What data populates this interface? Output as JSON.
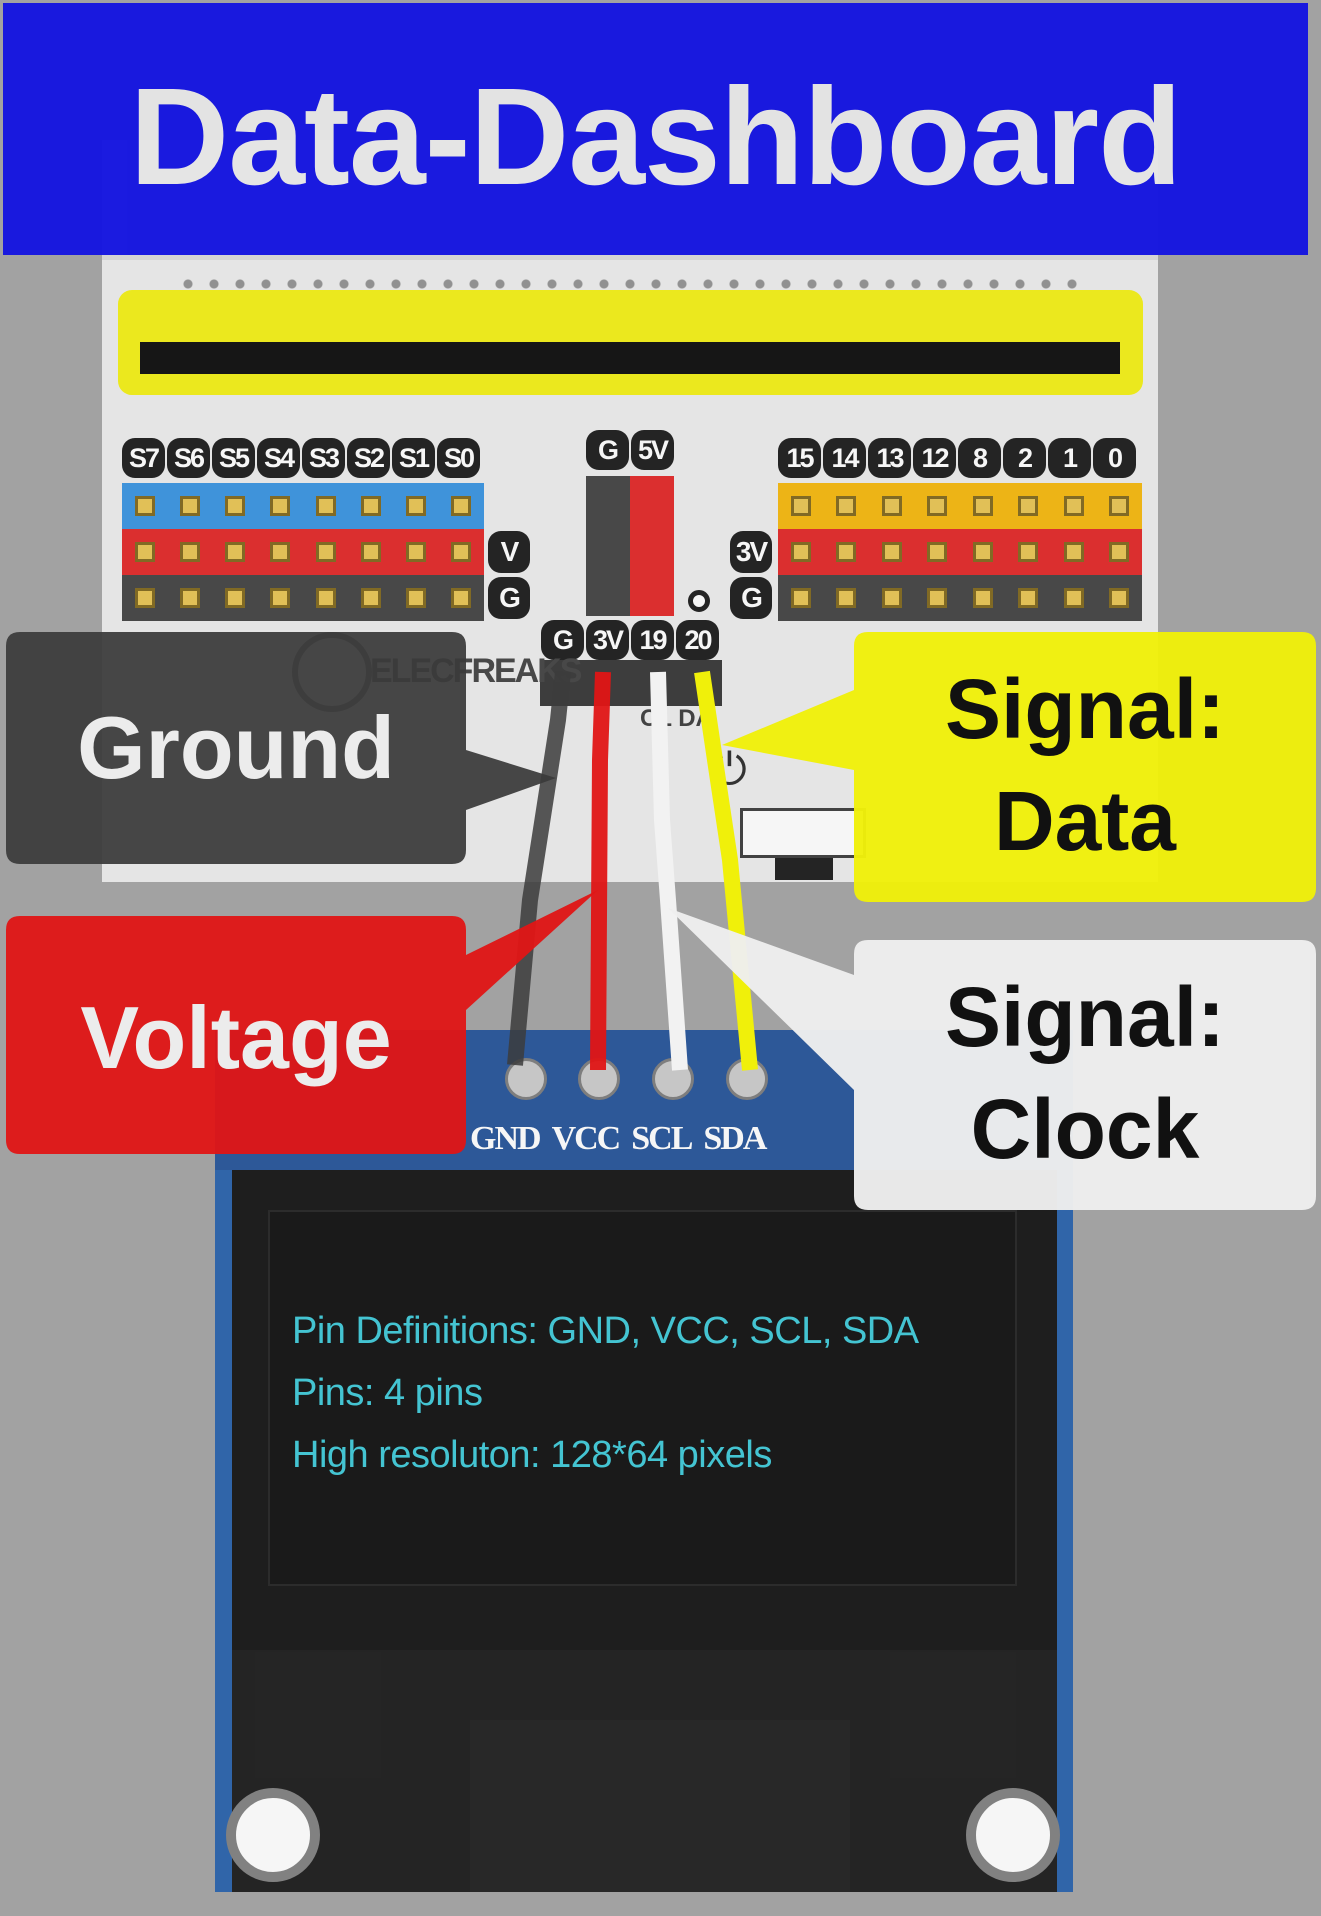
{
  "title": "Data-Dashboard",
  "board": {
    "left_pin_labels": [
      "S7",
      "S6",
      "S5",
      "S4",
      "S3",
      "S2",
      "S1",
      "S0"
    ],
    "left_side_labels": [
      "V",
      "G"
    ],
    "middle_pin_labels": [
      "G",
      "5V"
    ],
    "right_pin_labels": [
      "15",
      "14",
      "13",
      "12",
      "8",
      "2",
      "1",
      "0"
    ],
    "right_side_labels": [
      "3V",
      "G"
    ],
    "i2c_pin_labels": [
      "G",
      "3V",
      "19",
      "20"
    ],
    "brand": "ELECFREAKS",
    "i2c_silk": "CL DA"
  },
  "oled": {
    "pin_names": [
      "GND",
      "VCC",
      "SCL",
      "SDA"
    ],
    "screen_lines": [
      "Pin Definitions: GND, VCC, SCL, SDA",
      "Pins: 4 pins",
      "High resoluton: 128*64 pixels"
    ]
  },
  "callouts": {
    "ground": "Ground",
    "voltage": "Voltage",
    "data_line1": "Signal:",
    "data_line2": "Data",
    "clock_line1": "Signal:",
    "clock_line2": "Clock"
  },
  "colors": {
    "title_bg": "#1515e0",
    "ground": "#3c3c3c",
    "voltage": "#e01515",
    "data": "#f0f00a",
    "clock": "#eeeeee"
  }
}
